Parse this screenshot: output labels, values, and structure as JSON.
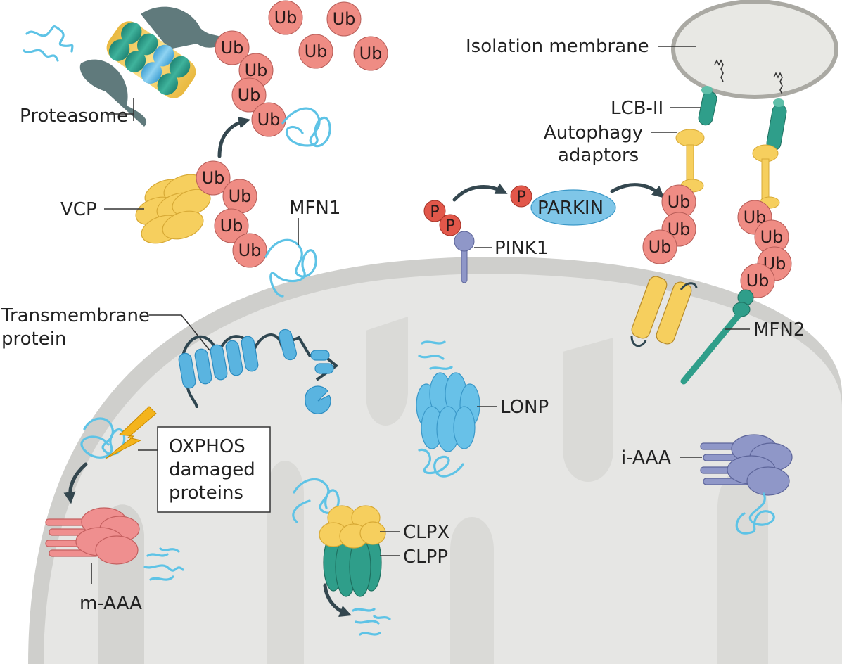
{
  "labels": {
    "proteasome": "Proteasome",
    "vcp": "VCP",
    "mfn1": "MFN1",
    "transmembrane_line1": "Transmembrane",
    "transmembrane_line2": "protein",
    "oxphos_line1": "OXPHOS",
    "oxphos_line2": "damaged",
    "oxphos_line3": "proteins",
    "m_aaa": "m-AAA",
    "clpx": "CLPX",
    "clpp": "CLPP",
    "lonp": "LONP",
    "pink1": "PINK1",
    "parkin": "PARKIN",
    "isolation_membrane": "Isolation membrane",
    "lcb_ii": "LCB-II",
    "autophagy_line1": "Autophagy",
    "autophagy_line2": "adaptors",
    "mfn2": "MFN2",
    "i_aaa": "i-AAA"
  },
  "symbols": {
    "ubiquitin": "Ub",
    "phosphate": "P"
  },
  "colors": {
    "ubiquitin": "#ef8c84",
    "mitochondrion": "#e6e6e4",
    "membrane_edge": "#c8c8c5",
    "protein_chain": "#5ec3e6",
    "proteasome_teal": "#2f9e8a",
    "proteasome_yellow": "#f6cf5e",
    "proteasome_blue": "#68c1e8",
    "cap_grey": "#607a7c",
    "m_aaa": "#ef8f8f",
    "i_aaa": "#8f97c8",
    "parkin": "#7fc6e8",
    "phosphate": "#e2574a",
    "lightning": "#f4b41c",
    "arrow": "#34474f"
  }
}
